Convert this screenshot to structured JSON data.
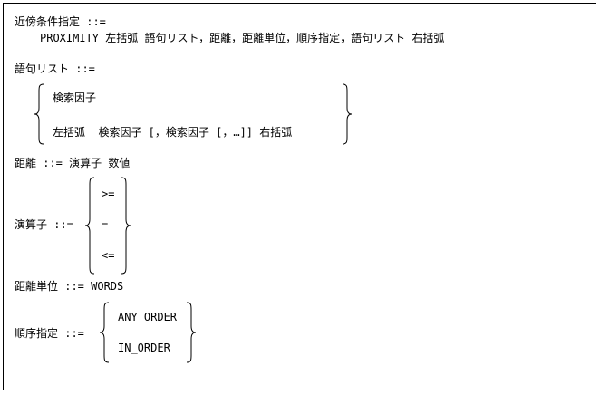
{
  "proximity": {
    "heading": "近傍条件指定 ::=",
    "definition": "PROXIMITY 左括弧 語句リスト，距離，距離単位，順序指定，語句リスト 右括弧"
  },
  "phrase_list": {
    "heading": "語句リスト ::=",
    "option1": "検索因子",
    "option2": "左括弧  検索因子 [，検索因子 [，…]] 右括弧"
  },
  "distance": {
    "definition": "距離 ::= 演算子 数値"
  },
  "operator": {
    "label": "演算子 ::=",
    "options": [
      ">=",
      "=",
      "<="
    ]
  },
  "distance_unit": {
    "definition": "距離単位 ::= WORDS"
  },
  "order": {
    "label": "順序指定 ::=",
    "options": [
      "ANY_ORDER",
      "IN_ORDER"
    ]
  }
}
